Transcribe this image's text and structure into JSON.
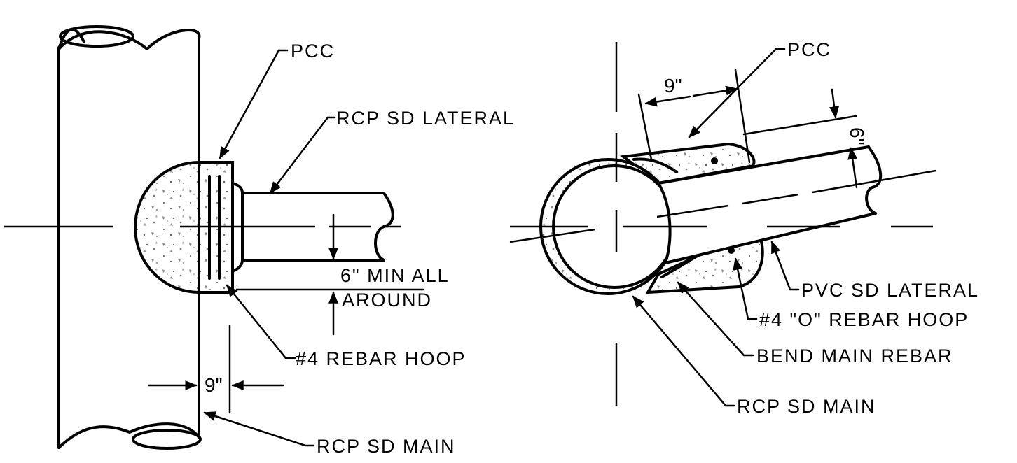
{
  "left_view": {
    "pcc_label": "PCC",
    "lateral_label": "RCP SD LATERAL",
    "min_clearance_line1": "6\" MIN ALL",
    "min_clearance_line2": "AROUND",
    "rebar_label": "#4 REBAR HOOP",
    "dim_9": "9\"",
    "main_label": "RCP SD MAIN"
  },
  "right_view": {
    "pcc_label": "PCC",
    "dim_9_top": "9\"",
    "dim_6": "6\"",
    "lateral_label": "PVC SD LATERAL",
    "rebar_label": "#4 \"O\" REBAR HOOP",
    "bend_label": "BEND MAIN REBAR",
    "main_label": "RCP SD MAIN"
  }
}
